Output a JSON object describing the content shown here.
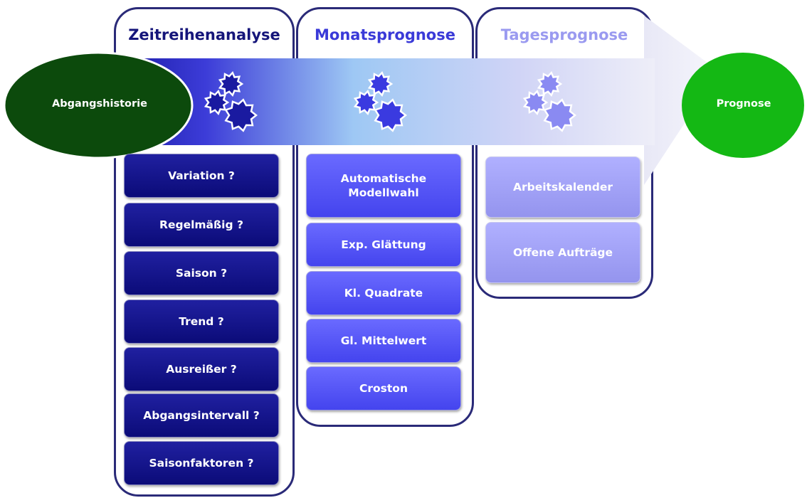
{
  "flow": {
    "start": "Abgangshistorie",
    "end": "Prognose"
  },
  "columns": [
    {
      "title": "Zeitreihenanalyse",
      "items": [
        "Variation ?",
        "Regelmäßig ?",
        "Saison ?",
        "Trend ?",
        "Ausreißer ?",
        "Abgangsintervall ?",
        "Saisonfaktoren ?"
      ]
    },
    {
      "title": "Monatsprognose",
      "items": [
        "Automatische\nModellwahl",
        "Exp. Glättung",
        "Kl. Quadrate",
        "Gl. Mittelwert",
        "Croston"
      ]
    },
    {
      "title": "Tagesprognose",
      "items": [
        "Arbeitskalender",
        "Offene Aufträge"
      ]
    }
  ],
  "colors": {
    "panel_border": "#2a2a78",
    "title_col1": "#15157a",
    "title_col2": "#3a3ad8",
    "title_col3": "#9a9af0",
    "start_oval": "#0c4a0c",
    "end_oval": "#14b814",
    "box_dark": "#121288",
    "box_mid": "#5050f0",
    "box_light": "#a2a2f6"
  },
  "icons": [
    "gears-icon",
    "gears-icon",
    "gears-icon"
  ]
}
